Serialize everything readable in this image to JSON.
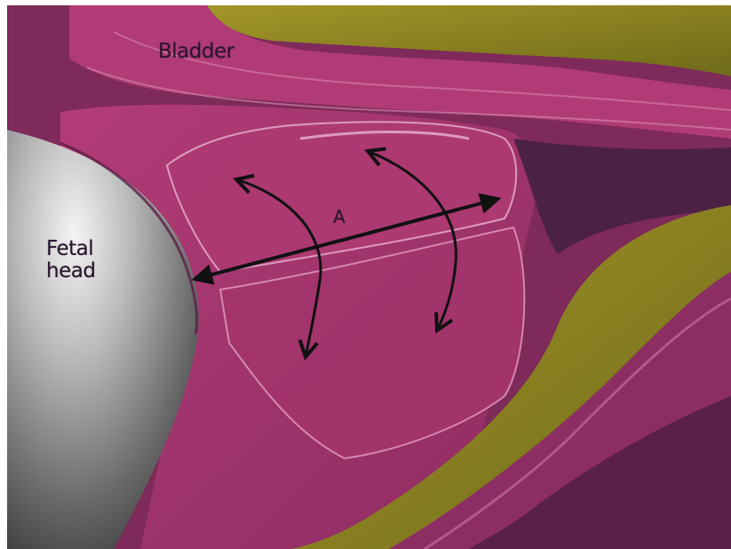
{
  "labels": {
    "bladder": "Bladder",
    "fetal_head": "Fetal\nhead",
    "a": "A"
  },
  "colors": {
    "tissue_pink": "#a8346e",
    "tissue_dark": "#7a1f4f",
    "fat_yellow": "#8f8422",
    "fetal_head_gray": "#9a9a9a",
    "arrow": "#111111",
    "label_text": "#2a1630"
  }
}
